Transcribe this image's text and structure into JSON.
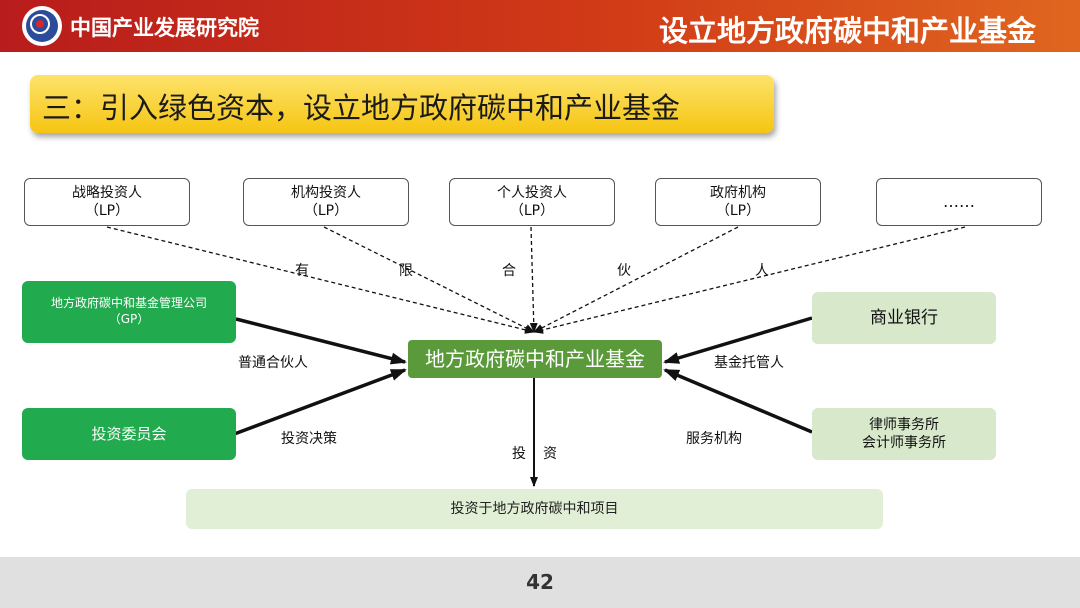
{
  "header": {
    "org_name": "中国产业发展研究院",
    "title": "设立地方政府碳中和产业基金"
  },
  "section": {
    "title": "三：引入绿色资本，设立地方政府碳中和产业基金"
  },
  "investors": [
    {
      "name": "战略投资人",
      "tag": "（LP）"
    },
    {
      "name": "机构投资人",
      "tag": "（LP）"
    },
    {
      "name": "个人投资人",
      "tag": "（LP）"
    },
    {
      "name": "政府机构",
      "tag": "（LP）"
    },
    {
      "name": "……",
      "tag": ""
    }
  ],
  "limited_partner_label": [
    "有",
    "限",
    "合",
    "伙",
    "人"
  ],
  "center_fund": "地方政府碳中和产业基金",
  "left_nodes": {
    "gp": {
      "line1": "地方政府碳中和基金管理公司",
      "line2": "（GP）",
      "edge_label": "普通合伙人"
    },
    "committee": {
      "text": "投资委员会",
      "edge_label": "投资决策"
    }
  },
  "right_nodes": {
    "bank": {
      "text": "商业银行",
      "edge_label": "基金托管人"
    },
    "services": {
      "line1": "律师事务所",
      "line2": "会计师事务所",
      "edge_label": "服务机构"
    }
  },
  "invest_label": [
    "投",
    "资"
  ],
  "bottom_target": "投资于地方政府碳中和项目",
  "footer": {
    "page_number": "42"
  },
  "colors": {
    "header_red": "#b81c1c",
    "banner_yellow": "#f6c512",
    "gp_green": "#21aa4e",
    "fund_green": "#5a9a3a",
    "light_green": "#d8e8cb"
  }
}
